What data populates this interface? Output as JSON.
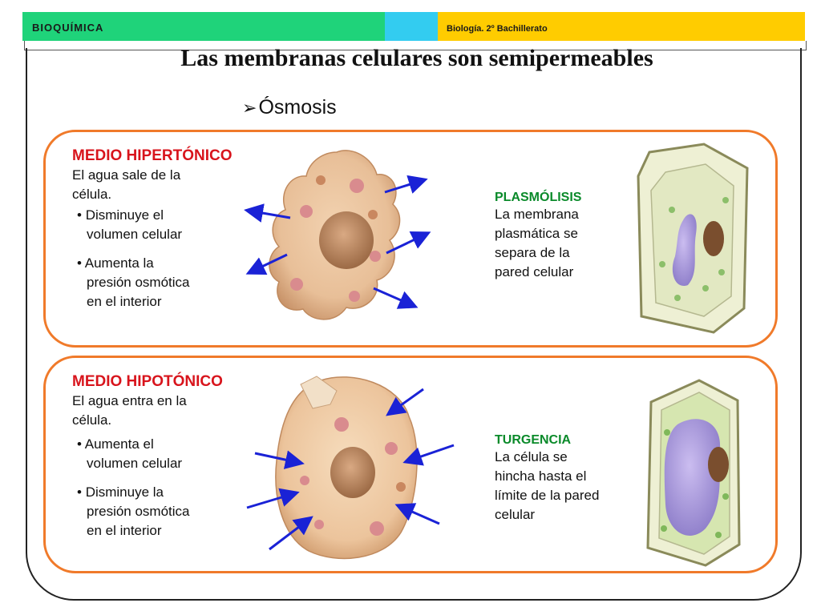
{
  "header": {
    "left_label": "BIOQUÍMICA",
    "right_label": "Biología. 2º Bachillerato",
    "colors": {
      "green": "#1fd37a",
      "cyan": "#33ccf0",
      "yellow": "#ffcc00"
    }
  },
  "title": "Las membranas celulares son semipermeables",
  "subtitle": "Ósmosis",
  "panels": {
    "hypertonic": {
      "heading": "MEDIO HIPERTÓNICO",
      "intro_1": "El agua sale de la",
      "intro_2": "célula.",
      "bullet_1_line1": "Disminuye el",
      "bullet_1_line2": "volumen celular",
      "bullet_2_line1": "Aumenta la",
      "bullet_2_line2": "presión osmótica",
      "bullet_2_line3": "en el interior",
      "side_heading": "PLASMÓLISIS",
      "side_line1": "La membrana",
      "side_line2": "plasmática se",
      "side_line3": "separa de la",
      "side_line4": "pared celular"
    },
    "hypotonic": {
      "heading": "MEDIO HIPOTÓNICO",
      "intro_1": "El agua entra en la",
      "intro_2": "célula.",
      "bullet_1_line1": "Aumenta el",
      "bullet_1_line2": "volumen celular",
      "bullet_2_line1": "Disminuye la",
      "bullet_2_line2": "presión osmótica",
      "bullet_2_line3": "en el interior",
      "side_heading": "TURGENCIA",
      "side_line1": "La célula se",
      "side_line2": "hincha hasta el",
      "side_line3": "límite de la pared",
      "side_line4": "celular"
    }
  },
  "icons": {
    "bullet_arrow": "arrowhead-icon",
    "water_arrow": "arrow-icon"
  },
  "accent_colors": {
    "panel_border": "#f07a2a",
    "heading_red": "#d8141c",
    "heading_green": "#0a8a2a",
    "arrow_blue": "#1a22d6"
  }
}
